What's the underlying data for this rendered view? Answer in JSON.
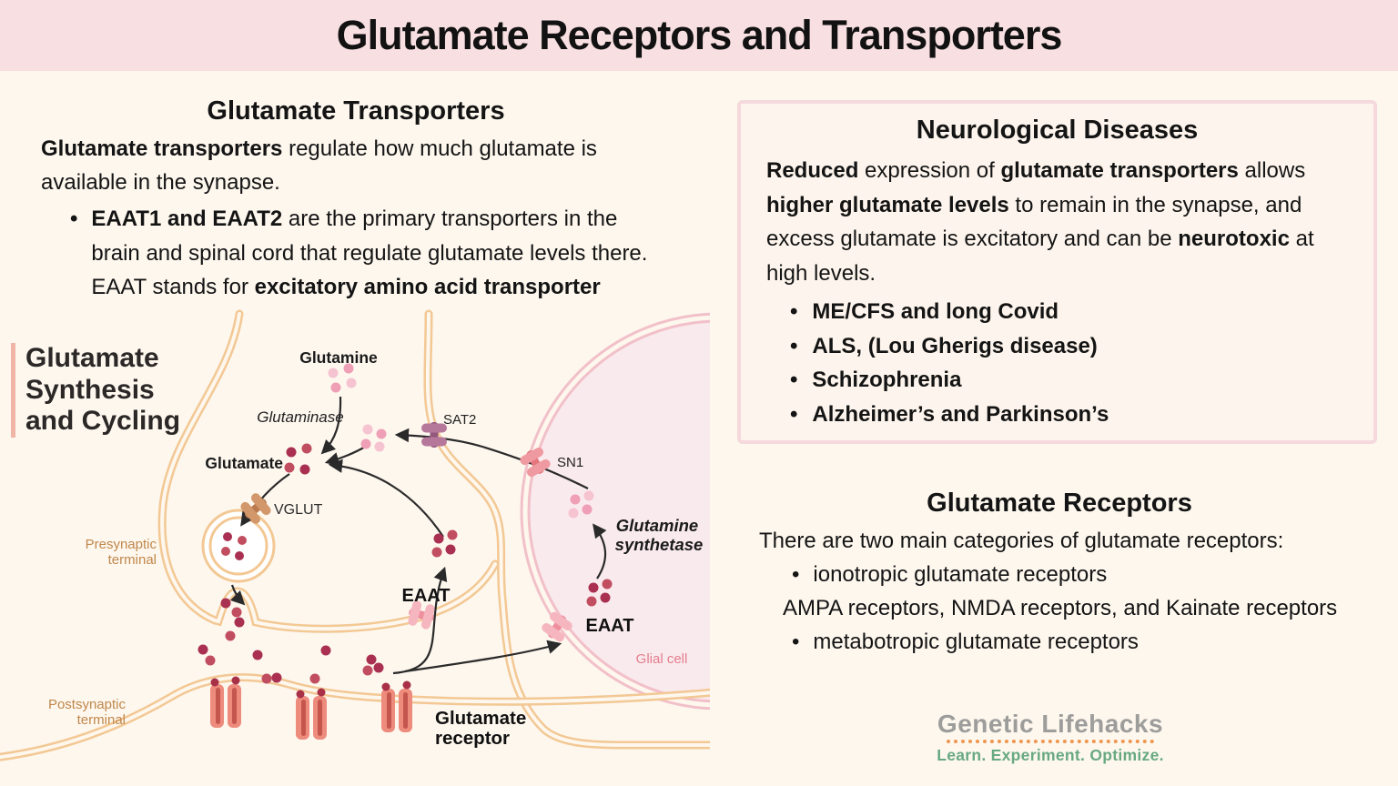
{
  "page": {
    "title": "Glutamate Receptors and Transporters"
  },
  "colors": {
    "header_bg": "#f8dfe1",
    "page_bg": "#fdf7ee",
    "box_border": "#f5d9dd",
    "accent_bar": "#f0b5a7",
    "membrane_tan": "#f3c894",
    "glial_border_pink": "#f2c0c9",
    "glial_fill": "#f9eaee",
    "glutamate_dot_red": "#b23a52",
    "glutamine_dot_pink": "#f0a4ba",
    "receptor_red": "#ed8b7c",
    "transporter_mauve": "#b5789b",
    "transporter_salmon": "#ef9aa0",
    "transporter_tan": "#d2976a",
    "transporter_pink": "#f6b6c0",
    "terminal_label_tan": "#c0874b",
    "glial_label_pink": "#e57e8d",
    "logo_gray": "#9d9d9b",
    "logo_green": "#68a981",
    "logo_orange": "#f0964e"
  },
  "transporters": {
    "title": "Glutamate Transporters",
    "para_bold": "Glutamate transporters",
    "para_rest": " regulate how much glutamate is available in the synapse.",
    "bullet_bold1": "EAAT1 and EAAT2",
    "bullet_text1": " are the primary transporters in the brain and spinal cord that regulate glutamate levels there. EAAT stands for ",
    "bullet_bold2": "excitatory amino acid transporter"
  },
  "diseases": {
    "title": "Neurological Diseases",
    "seg1": "Reduced",
    "seg2": " expression of ",
    "seg3": "glutamate transporters",
    "seg4": " allows ",
    "seg5": "higher glutamate levels",
    "seg6": " to remain in the synapse, and excess glutamate is excitatory and can be ",
    "seg7": "neurotoxic",
    "seg8": " at high levels.",
    "bullets": {
      "b1": "ME/CFS and long Covid",
      "b2": "ALS, (Lou Gherigs disease)",
      "b3": "Schizophrenia",
      "b4": "Alzheimer’s and Parkinson’s"
    }
  },
  "receptors": {
    "title": "Glutamate Receptors",
    "intro": "There are two main categories of glutamate receptors:",
    "bullet1": "ionotropic glutamate receptors",
    "subline": "AMPA receptors, NMDA receptors, and Kainate receptors",
    "bullet2": "metabotropic glutamate receptors"
  },
  "diagram": {
    "heading": {
      "line1": "Glutamate",
      "line2": "Synthesis",
      "line3": "and Cycling"
    },
    "labels": {
      "glutamine": "Glutamine",
      "glutaminase": "Glutaminase",
      "glutamate": "Glutamate",
      "vglut": "VGLUT",
      "sat2": "SAT2",
      "sn1": "SN1",
      "eaat_presynaptic": "EAAT",
      "eaat_glial": "EAAT",
      "glutamine_synthetase_l1": "Glutamine",
      "glutamine_synthetase_l2": "synthetase",
      "presynaptic_l1": "Presynaptic",
      "presynaptic_l2": "terminal",
      "postsynaptic_l1": "Postsynaptic",
      "postsynaptic_l2": "terminal",
      "glial_cell": "Glial cell",
      "glutamate_receptor_l1": "Glutamate",
      "glutamate_receptor_l2": "receptor"
    }
  },
  "logo": {
    "name": "Genetic Lifehacks",
    "tagline": "Learn. Experiment. Optimize."
  }
}
